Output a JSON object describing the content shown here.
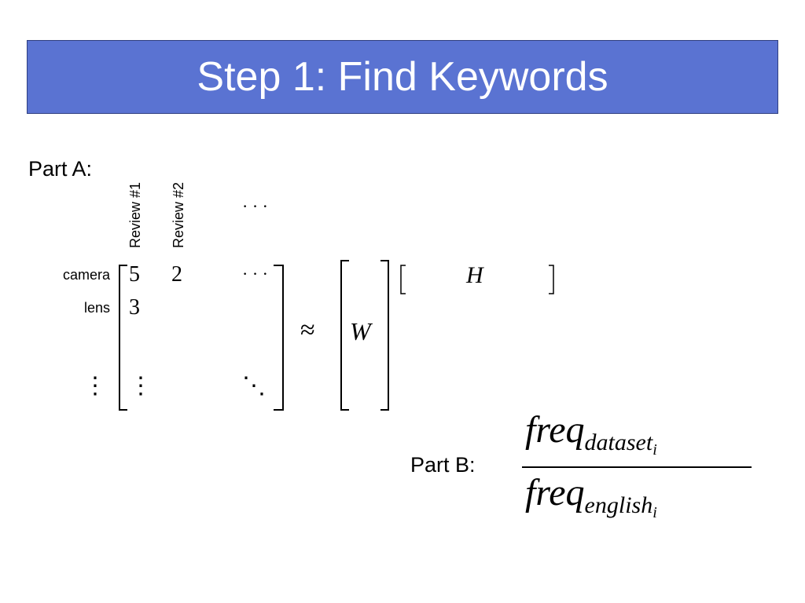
{
  "slide": {
    "title": "Step 1: Find Keywords"
  },
  "part_a": {
    "label": "Part A:",
    "column_headers": [
      "Review #1",
      "Review #2"
    ],
    "column_dots": "· · ·",
    "row_labels": [
      "camera",
      "lens",
      "⋮"
    ],
    "matrix": {
      "row1": [
        "5",
        "2",
        "· · ·"
      ],
      "row2": [
        "3"
      ],
      "row_last": [
        "⋮",
        "⋱"
      ]
    },
    "approx_symbol": "≈",
    "w_label": "W",
    "h_label": "H"
  },
  "part_b": {
    "label": "Part B:",
    "numerator": {
      "base": "freq",
      "sub": "dataset",
      "subsub": "i"
    },
    "denominator": {
      "base": "freq",
      "sub": "english",
      "subsub": "i"
    }
  }
}
